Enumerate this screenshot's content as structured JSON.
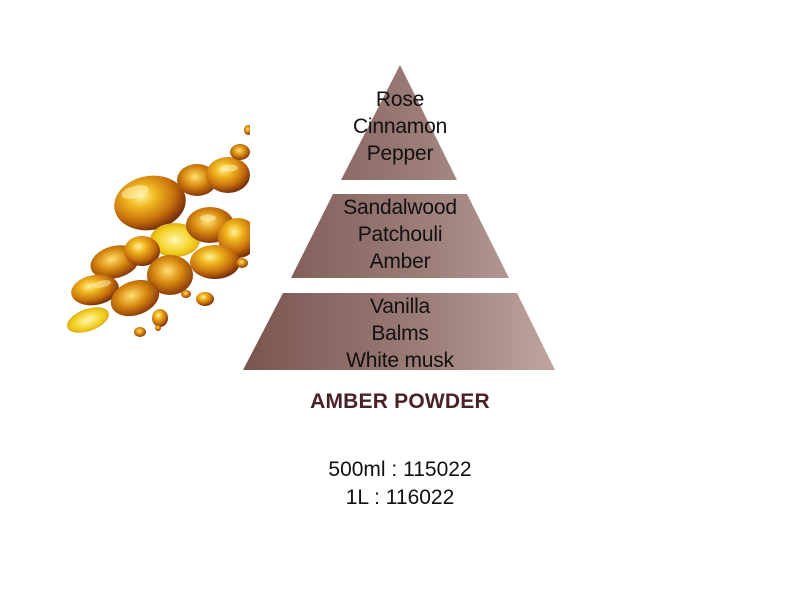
{
  "illustration": {
    "subject": "amber-stones-image",
    "colors": {
      "deep": "#8a3a0a",
      "mid": "#c8700c",
      "light": "#f0b820",
      "highlight": "#fff2a0"
    }
  },
  "pyramid": {
    "colors": {
      "left": "#7a5550",
      "right": "#bfa49f"
    },
    "tiers": [
      {
        "name": "top",
        "notes": [
          "Rose",
          "Cinnamon",
          "Pepper"
        ]
      },
      {
        "name": "middle",
        "notes": [
          "Sandalwood",
          "Patchouli",
          "Amber"
        ]
      },
      {
        "name": "base",
        "notes": [
          "Vanilla",
          "Balms",
          "White musk"
        ]
      }
    ]
  },
  "product": {
    "name": "AMBER POWDER",
    "name_color": "#4a2226",
    "references": [
      "500ml : 115022",
      "1L : 116022"
    ]
  }
}
